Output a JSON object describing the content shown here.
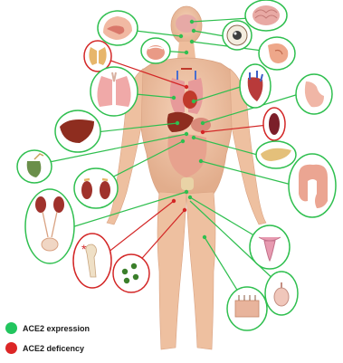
{
  "legend": {
    "expression": {
      "label": "ACE2 expression",
      "color": "#22c55e"
    },
    "deficiency": {
      "label": "ACE2 deficency",
      "color": "#dc2626"
    }
  },
  "colors": {
    "skin": "#f0c6a6",
    "skin_shadow": "#d9a282",
    "green_line": "#2fbf4f",
    "red_line": "#d32626"
  },
  "organs": [
    {
      "name": "brain",
      "status": "expression"
    },
    {
      "name": "nasal-cavity",
      "status": "expression"
    },
    {
      "name": "eye",
      "status": "expression"
    },
    {
      "name": "ear",
      "status": "expression"
    },
    {
      "name": "thyroid",
      "status": "deficiency"
    },
    {
      "name": "oral-cavity",
      "status": "expression"
    },
    {
      "name": "lungs",
      "status": "expression"
    },
    {
      "name": "heart",
      "status": "expression"
    },
    {
      "name": "stomach",
      "status": "expression"
    },
    {
      "name": "liver",
      "status": "expression"
    },
    {
      "name": "spleen",
      "status": "deficiency"
    },
    {
      "name": "gallbladder",
      "status": "expression"
    },
    {
      "name": "pancreas",
      "status": "expression"
    },
    {
      "name": "adrenal-kidney",
      "status": "expression"
    },
    {
      "name": "colon",
      "status": "expression"
    },
    {
      "name": "kidney-bladder",
      "status": "expression"
    },
    {
      "name": "bone-hip",
      "status": "deficiency"
    },
    {
      "name": "bone-marrow",
      "status": "deficiency"
    },
    {
      "name": "uterus",
      "status": "expression"
    },
    {
      "name": "testis",
      "status": "expression"
    },
    {
      "name": "skin",
      "status": "expression"
    }
  ]
}
